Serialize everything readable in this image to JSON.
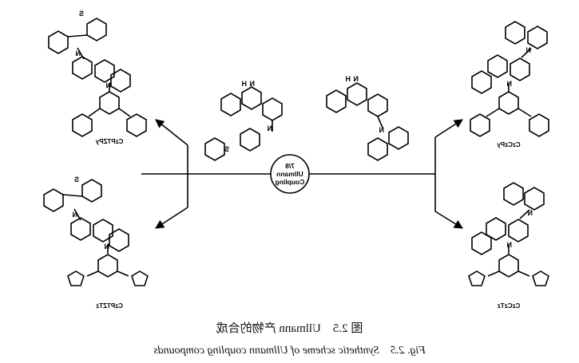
{
  "mirrored": true,
  "figure": {
    "caption_cn": "图 2.5　Ullmann 产物的合成",
    "caption_en": "Fig. 2.5　Synthetic scheme of Ullmann coupling compounds"
  },
  "reaction": {
    "condition_line1": "7/8",
    "condition_line2": "Ullmann",
    "condition_line3": "Coupling"
  },
  "compounds": {
    "top_left": "CzPTZPy",
    "bottom_left": "CzPTZTz",
    "top_right": "CzCzPy",
    "bottom_right": "CzCzTz"
  },
  "atoms": {
    "N": "N",
    "S": "S",
    "H": "H"
  }
}
